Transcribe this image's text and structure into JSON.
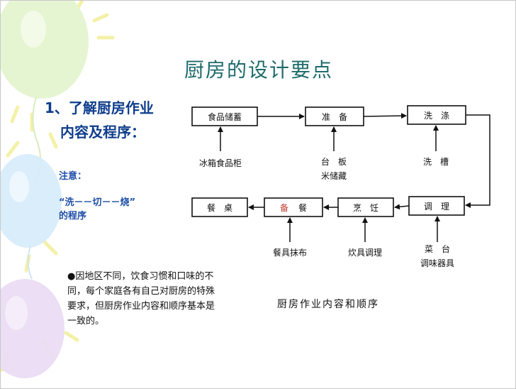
{
  "slide": {
    "title": "厨房的设计要点",
    "heading_line1": "1、了解厨房作业",
    "heading_line2": "内容及程序：",
    "note_label": "注意：",
    "note_line1": "“洗－－切－－烧”",
    "note_line2": "的程序",
    "bullet_line1": "●因地区不同，饮食习惯和口味的不",
    "bullet_line2": "同，每个家庭各有自己对厨房的特殊",
    "bullet_line3": "要求，但厨房作业内容和顺序基本是",
    "bullet_line4": "一致的。",
    "caption": "厨房作业内容和顺序"
  },
  "diagram": {
    "boxes": {
      "food_storage": "食品储蓄",
      "prepare": "准　备",
      "wash": "洗　涤",
      "dining_table": "餐　桌",
      "serve_left": "备",
      "serve_right": "餐",
      "cook": "烹　饪",
      "season": "调　理"
    },
    "labels": {
      "fridge": "冰箱食品柜",
      "counter_1": "台　板",
      "counter_2": "米储藏",
      "sink": "洗　槽",
      "tableware": "餐具抹布",
      "cookware": "炊具调理",
      "veg_counter": "菜　台",
      "seasoning": "调味器具"
    },
    "accent_color": "#c0392b"
  }
}
